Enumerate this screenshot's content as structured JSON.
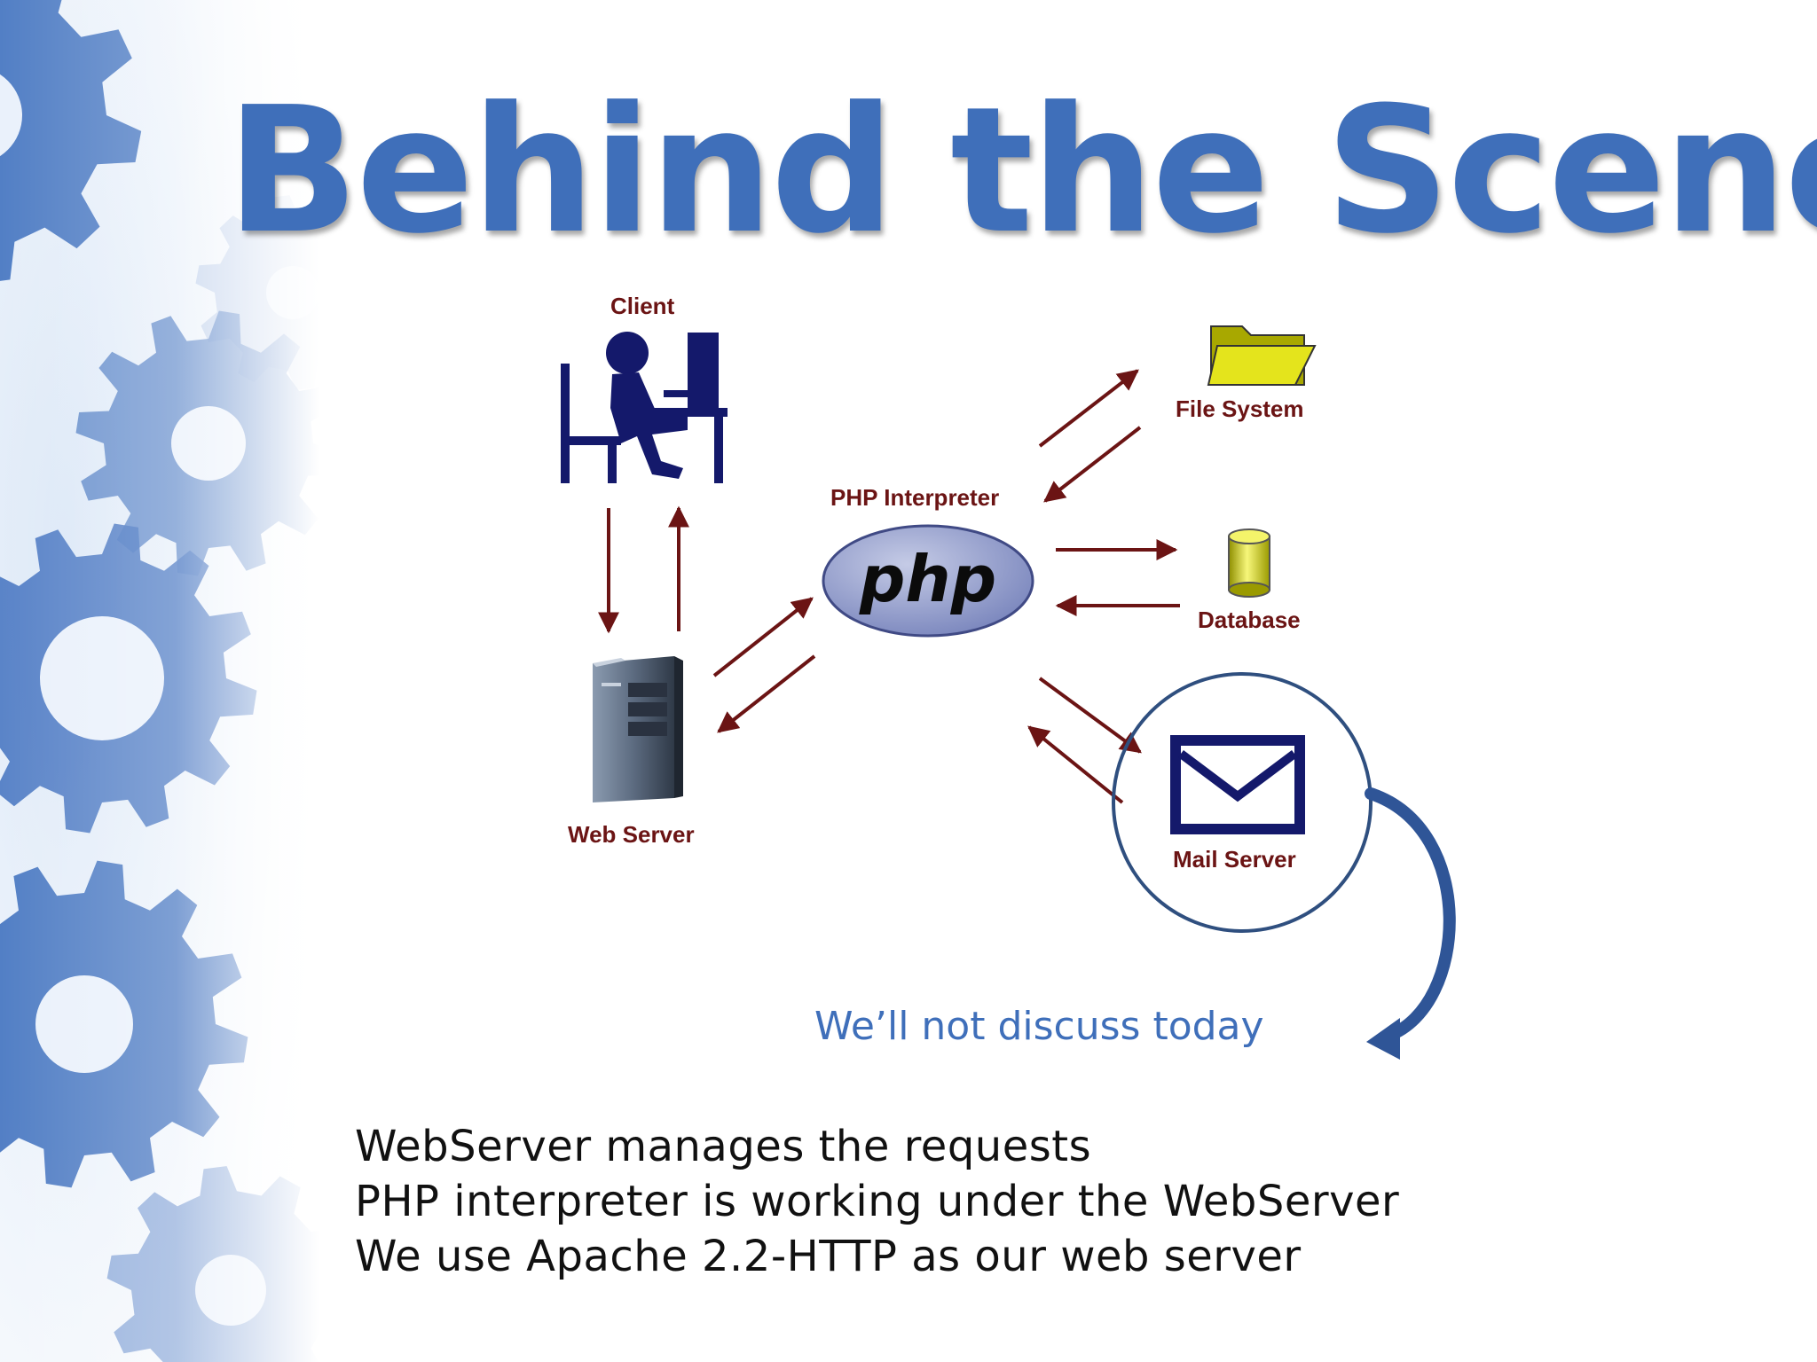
{
  "slide": {
    "title": "Behind the Scene",
    "diagram": {
      "client_label": "Client",
      "web_server_label": "Web Server",
      "php_interpreter_label": "PHP Interpreter",
      "php_logo_text": "php",
      "file_system_label": "File System",
      "database_label": "Database",
      "mail_server_label": "Mail Server"
    },
    "callout_note": "We’ll not discuss today",
    "bullets": [
      "WebServer manages the requests",
      "PHP interpreter is working under the WebServer",
      "We use Apache 2.2-HTTP as our web server"
    ],
    "colors": {
      "title": "#3f6fba",
      "arrows": "#6b1414",
      "callout": "#2f5597",
      "gears": "#4a78c2"
    }
  }
}
